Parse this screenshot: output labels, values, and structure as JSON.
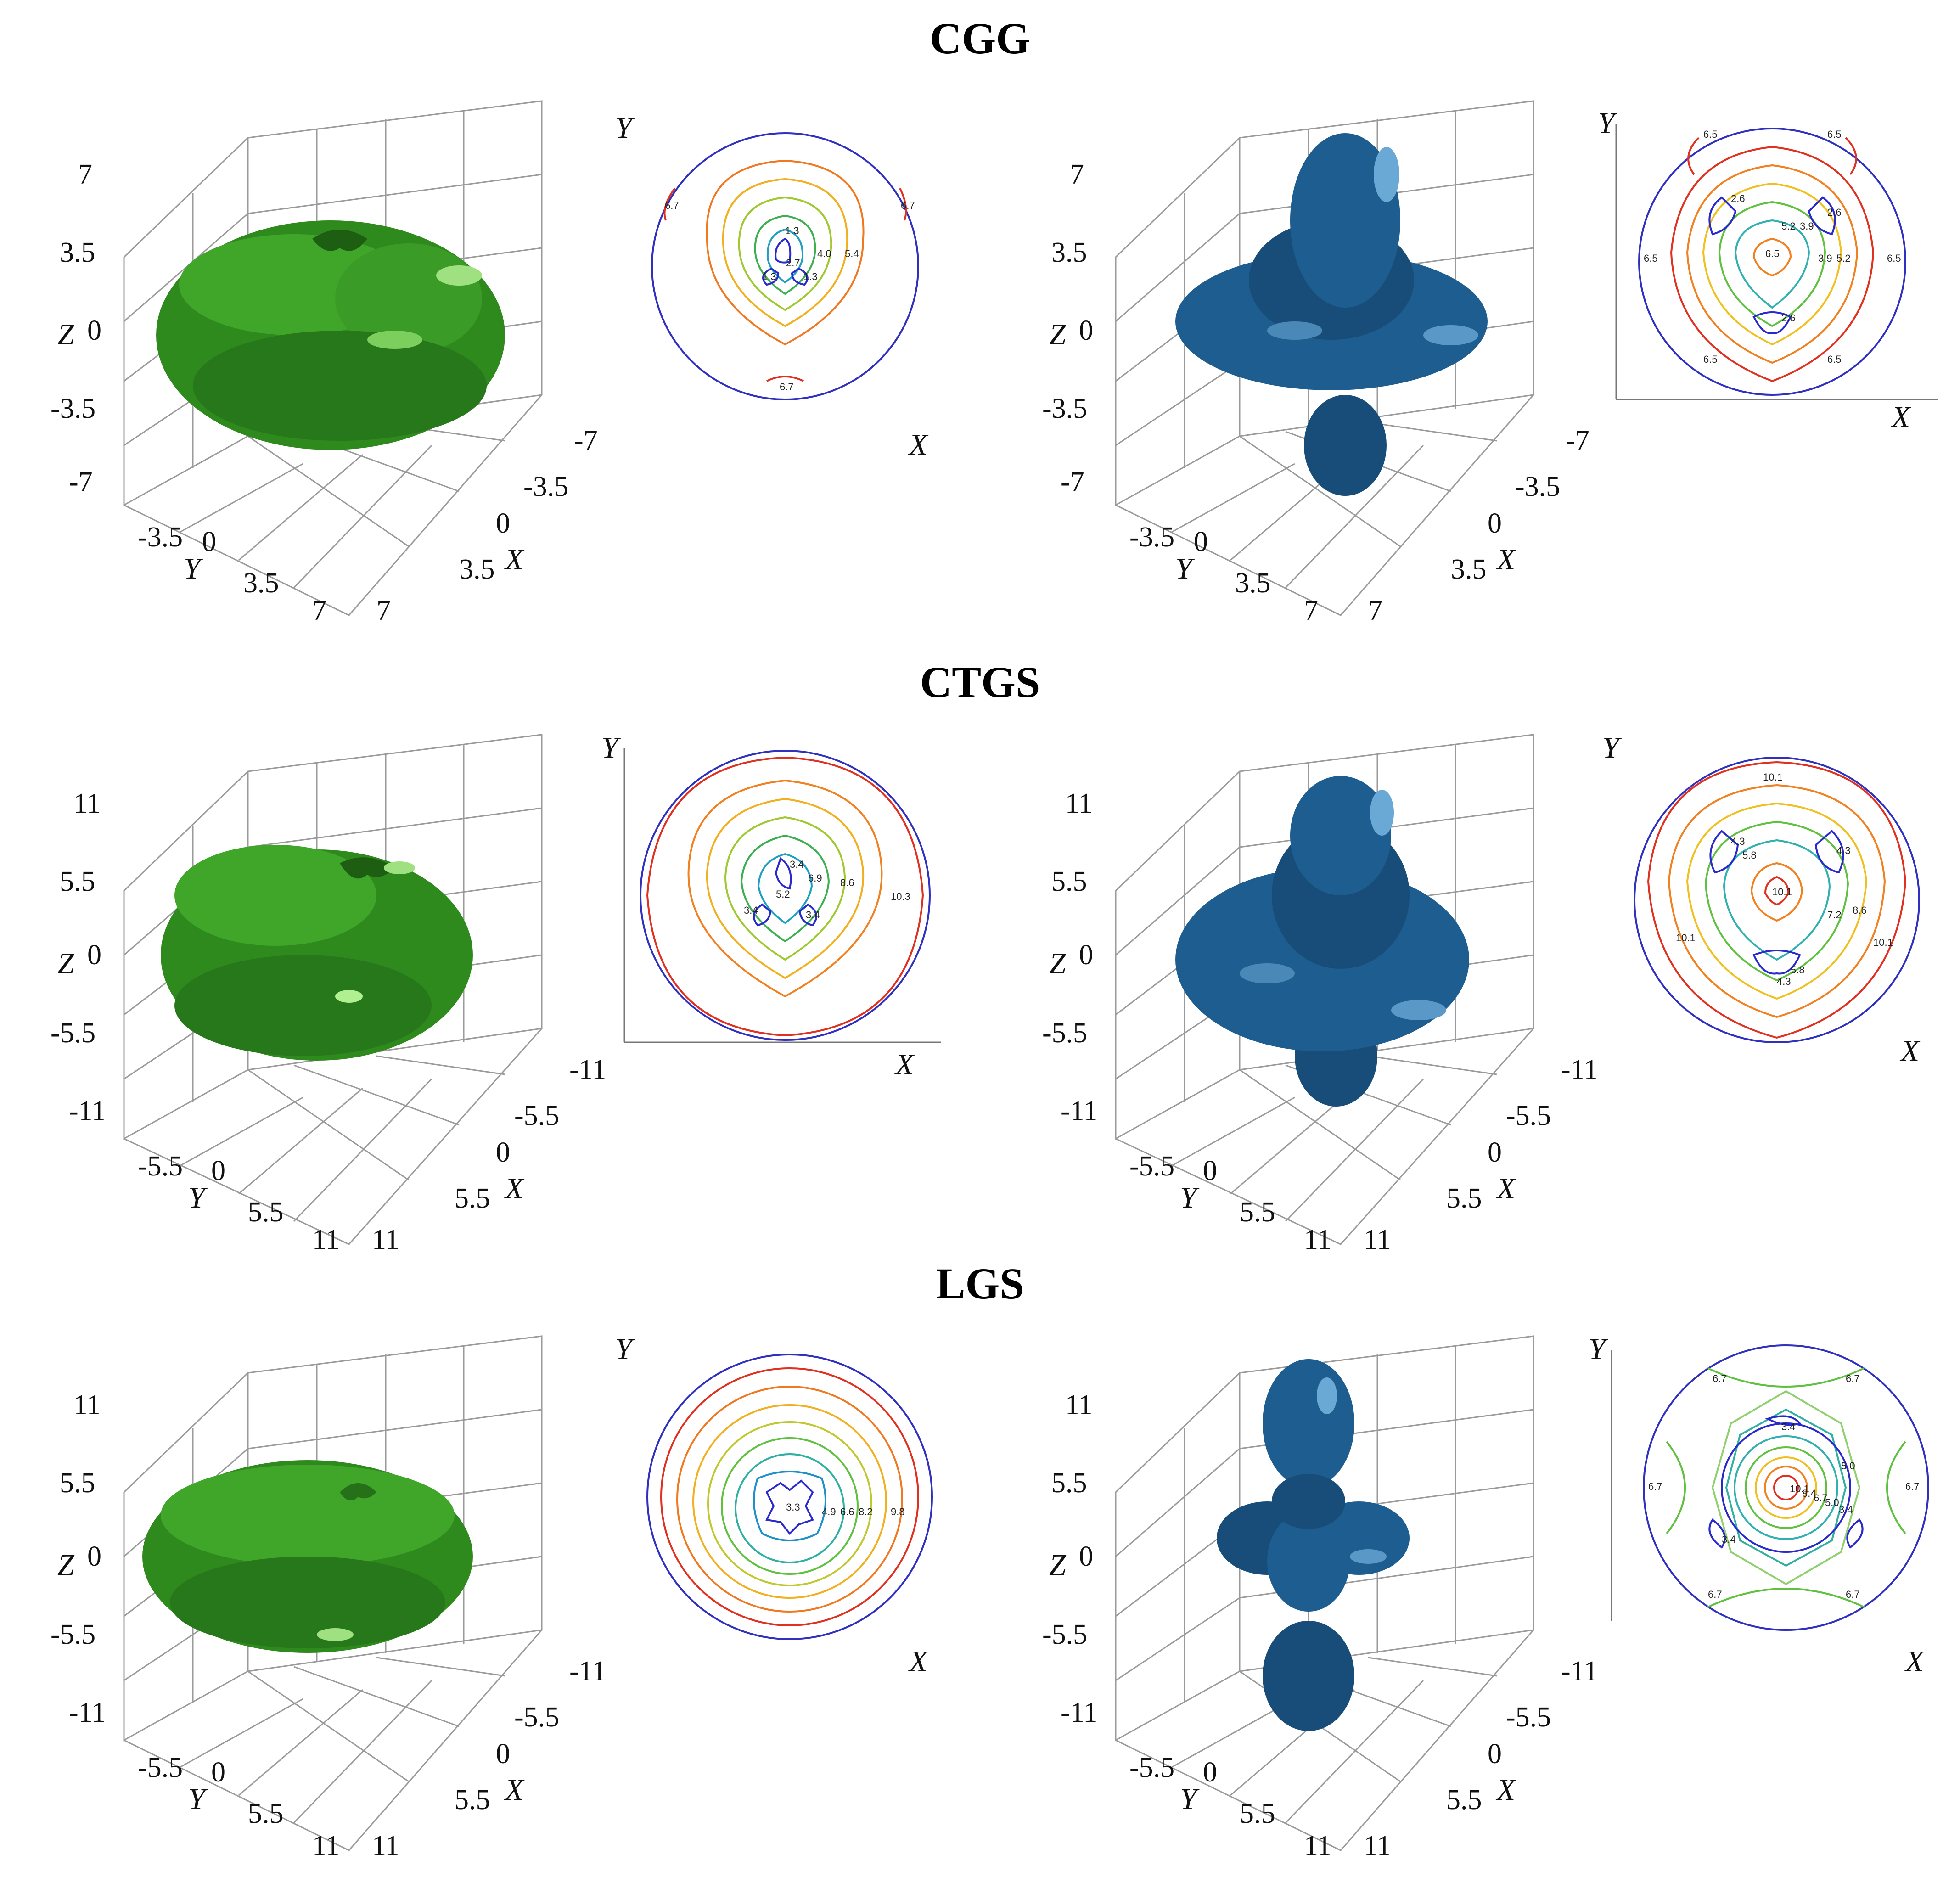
{
  "rows": [
    {
      "title": "CGG",
      "left_plot": {
        "z_ticks": [
          "7",
          "3.5",
          "0",
          "-3.5",
          "-7"
        ],
        "y_ticks": [
          "-3.5",
          "0",
          "3.5",
          "7"
        ],
        "x_ticks": [
          "-7",
          "-3.5",
          "0",
          "3.5",
          "7"
        ],
        "z_label": "Z",
        "y_label": "Y",
        "x_label": "X"
      },
      "left_contour": {
        "axis_y": "Y",
        "axis_x": "X",
        "labels": [
          "6.7",
          "6.7",
          "6.7",
          "1.3",
          "2.7",
          "4.0",
          "5.4",
          "1.3",
          "1.3"
        ]
      },
      "right_plot": {
        "z_ticks": [
          "7",
          "3.5",
          "0",
          "-3.5",
          "-7"
        ],
        "y_ticks": [
          "-3.5",
          "0",
          "3.5",
          "7"
        ],
        "x_ticks": [
          "-7",
          "-3.5",
          "0",
          "3.5",
          "7"
        ],
        "z_label": "Z",
        "y_label": "Y",
        "x_label": "X"
      },
      "right_contour": {
        "axis_y": "Y",
        "axis_x": "X",
        "labels": [
          "6.5",
          "6.5",
          "6.5",
          "6.5",
          "6.5",
          "6.5",
          "2.6",
          "2.6",
          "2.6",
          "3.9",
          "5.2",
          "5.2",
          "3.9",
          "6.5"
        ]
      }
    },
    {
      "title": "CTGS",
      "left_plot": {
        "z_ticks": [
          "11",
          "5.5",
          "0",
          "-5.5",
          "-11"
        ],
        "y_ticks": [
          "-5.5",
          "0",
          "5.5",
          "11"
        ],
        "x_ticks": [
          "-11",
          "-5.5",
          "0",
          "5.5",
          "11"
        ],
        "z_label": "Z",
        "y_label": "Y",
        "x_label": "X"
      },
      "left_contour": {
        "axis_y": "Y",
        "axis_x": "X",
        "labels": [
          "3.4",
          "6.9",
          "8.6",
          "5.2",
          "3.4",
          "3.4",
          "10.3"
        ]
      },
      "right_plot": {
        "z_ticks": [
          "11",
          "5.5",
          "0",
          "-5.5",
          "-11"
        ],
        "y_ticks": [
          "-5.5",
          "0",
          "5.5",
          "11"
        ],
        "x_ticks": [
          "-11",
          "-5.5",
          "0",
          "5.5",
          "11"
        ],
        "z_label": "Z",
        "y_label": "Y",
        "x_label": "X"
      },
      "right_contour": {
        "axis_y": "Y",
        "axis_x": "X",
        "labels": [
          "10.1",
          "4.3",
          "5.8",
          "4.3",
          "10.1",
          "7.2",
          "8.6",
          "10.1",
          "10.1",
          "4.3",
          "5.8"
        ]
      }
    },
    {
      "title": "LGS",
      "left_plot": {
        "z_ticks": [
          "11",
          "5.5",
          "0",
          "-5.5",
          "-11"
        ],
        "y_ticks": [
          "-5.5",
          "0",
          "5.5",
          "11"
        ],
        "x_ticks": [
          "-11",
          "-5.5",
          "0",
          "5.5",
          "11"
        ],
        "z_label": "Z",
        "y_label": "Y",
        "x_label": "X"
      },
      "left_contour": {
        "axis_y": "Y",
        "axis_x": "X",
        "labels": [
          "3.3",
          "4.9",
          "6.6",
          "8.2",
          "9.8"
        ]
      },
      "right_plot": {
        "z_ticks": [
          "11",
          "5.5",
          "0",
          "-5.5",
          "-11"
        ],
        "y_ticks": [
          "-5.5",
          "0",
          "5.5",
          "11"
        ],
        "x_ticks": [
          "-11",
          "-5.5",
          "0",
          "5.5",
          "11"
        ],
        "z_label": "Z",
        "y_label": "Y",
        "x_label": "X"
      },
      "right_contour": {
        "axis_y": "Y",
        "axis_x": "X",
        "labels": [
          "6.7",
          "6.7",
          "3.4",
          "5.0",
          "6.7",
          "6.7",
          "10.1",
          "8.4",
          "6.7",
          "5.0",
          "3.4",
          "3.4",
          "6.7",
          "6.7"
        ]
      }
    }
  ],
  "colors": {
    "green_surface": "#2f8a1e",
    "blue_surface": "#1d5d8f",
    "contour_outer": "#e03020",
    "contour_mid": "#3cb050",
    "contour_inner": "#2a2acc",
    "frame": "#3030c0"
  }
}
